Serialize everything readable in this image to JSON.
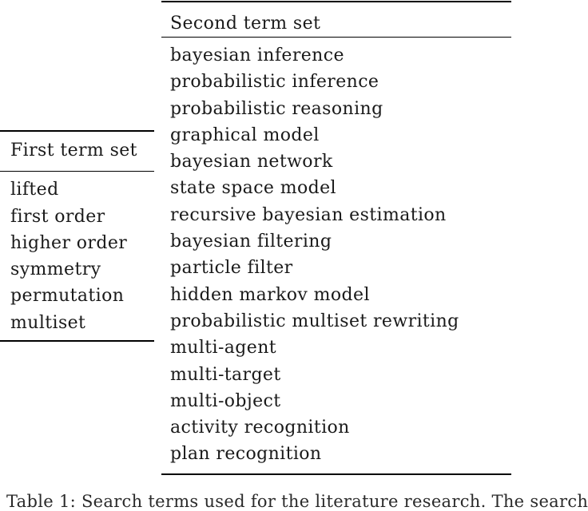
{
  "colors": {
    "background": "#ffffff",
    "text": "#1a1a1a",
    "rule": "#000000"
  },
  "left_table": {
    "header": "First term set",
    "items": [
      "lifted",
      "first order",
      "higher order",
      "symmetry",
      "permutation",
      "multiset"
    ]
  },
  "right_table": {
    "header": "Second term set",
    "items": [
      "bayesian inference",
      "probabilistic inference",
      "probabilistic reasoning",
      "graphical model",
      "bayesian network",
      "state space model",
      "recursive bayesian estimation",
      "bayesian filtering",
      "particle filter",
      "hidden markov model",
      "probabilistic multiset rewriting",
      "multi-agent",
      "multi-target",
      "multi-object",
      "activity recognition",
      "plan recognition"
    ]
  },
  "caption": {
    "partial_text": "Table 1: Search terms used for the literature research. The search"
  }
}
